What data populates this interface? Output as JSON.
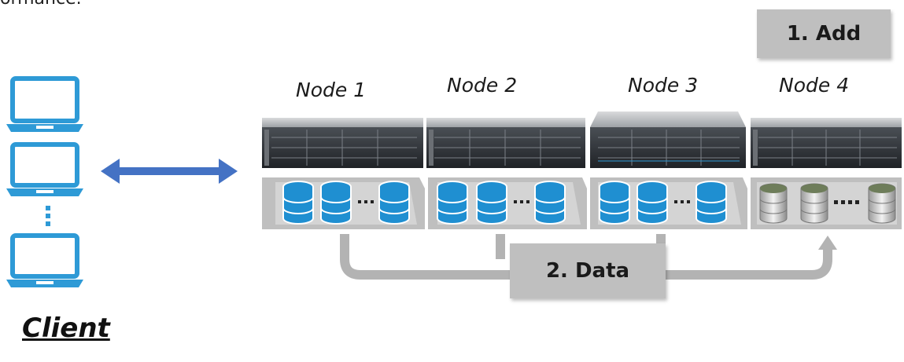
{
  "top_fragment": "ormance.",
  "add_step": "1. Add",
  "data_step": "2. Data",
  "client_label": "Client",
  "nodes": [
    {
      "label": "Node 1"
    },
    {
      "label": "Node 2"
    },
    {
      "label": "Node 3"
    },
    {
      "label": "Node 4"
    }
  ],
  "colors": {
    "laptop": "#2e9ad6",
    "arrow": "#4472c4",
    "storage_blue": "#1f8fd1",
    "storage_gray": "#c9c9c9",
    "panel": "#bfbfbf",
    "flow": "#b3b3b3"
  }
}
